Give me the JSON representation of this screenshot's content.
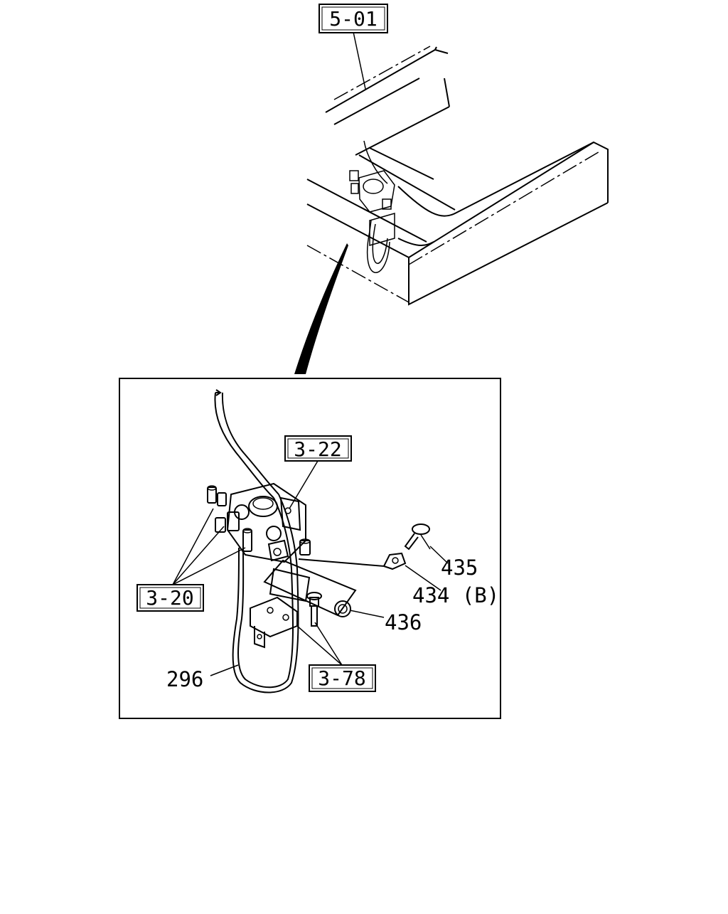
{
  "callouts": {
    "frame_ref": "5-01",
    "valve_ref": "3-22",
    "fittings_ref": "3-20",
    "bolts_ref": "3-78"
  },
  "part_numbers": {
    "bolt": "435",
    "clip": "434 (B)",
    "nut": "436",
    "hose": "296"
  }
}
